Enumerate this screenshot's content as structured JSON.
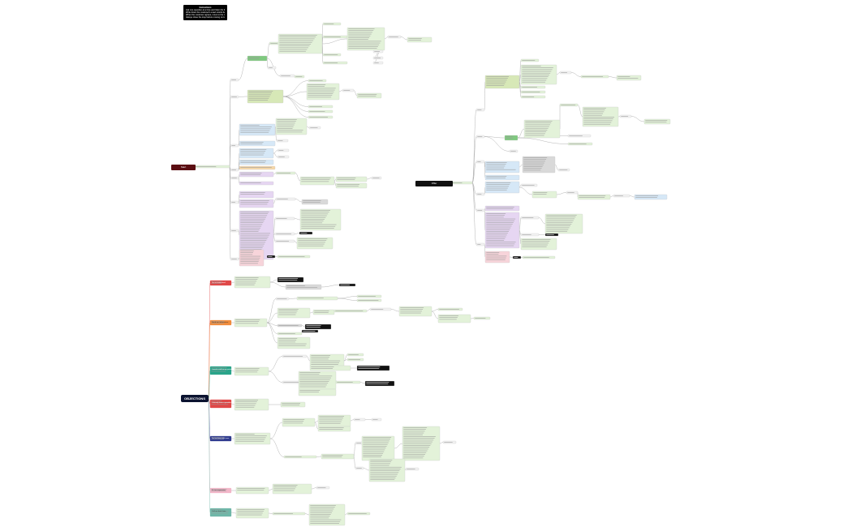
{
  "header_note": {
    "title": "Instructions",
    "lines": [
      "Ask one question at a time and listen for the answer",
      "Write down the customer's exact words before you continue",
      "When the customer agrees, move to the next branch of the map",
      "Always close the loop before moving on to a new objection"
    ]
  },
  "roots": {
    "left_root": "Start",
    "right_root": "Offer",
    "objections": "OBJECTIONS"
  },
  "objection_labels": [
    "I'm not interested",
    "Send me information",
    "I need to talk to my partner",
    "I already have a provider",
    "I'm too busy right now",
    "It's too expensive",
    "Call me back later"
  ],
  "colors": {
    "green": "#7fc97f",
    "lightgreen": "#e3f2d9",
    "blue": "#d6e8f7",
    "purple": "#e6d6f2",
    "pink": "#f7d4da",
    "gray": "#d9d9d9",
    "black": "#111111",
    "red": "#e04848",
    "orange": "#f08c3c",
    "teal": "#2aa48a",
    "navy": "#0b1330",
    "edge": "#8a8a8a"
  }
}
